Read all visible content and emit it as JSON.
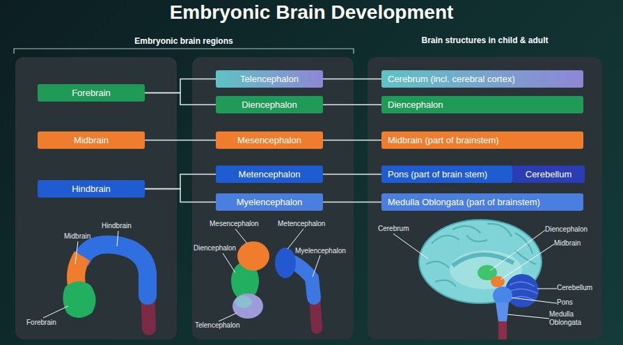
{
  "diagram": {
    "title": "Embryonic Brain Development",
    "nodes": [
      {
        "text": [
          "Hindbrain",
          "Midbrain",
          "Forebrain"
        ]
      },
      {
        "text": [
          "Forebrain"
        ],
        "in": 0
      },
      {
        "text": [
          "Midbrain"
        ],
        "in": 0
      },
      {
        "text": [
          "Hindbrain"
        ],
        "in": 0
      },
      {
        "text": [
          "Mesencephalon",
          "Metencephalon",
          "Diencephalon",
          "Myelencephalon",
          "Telencephalon"
        ]
      },
      {
        "text": [
          "Telencephalon"
        ],
        "in": 4
      },
      {
        "text": [
          "Diencephalon"
        ],
        "in": 4
      },
      {
        "text": [
          "Mesencephalon"
        ],
        "in": 4
      },
      {
        "text": [
          "Metencephalon"
        ],
        "in": 4
      },
      {
        "text": [
          "Myelencephalon"
        ],
        "in": 4
      },
      {
        "text": [
          "Brain structures in child & adult",
          "Cerebrum",
          "Diencephalon",
          "Midbrain",
          "Cerebellum",
          "Pons",
          "Medulla Oblongata"
        ]
      },
      {
        "text": [
          "Cerebrum (incl. cerebral cortex)"
        ],
        "in": 10
      },
      {
        "text": [
          "Diencephalon"
        ],
        "in": 10
      },
      {
        "text": [
          "Midbrain (part of brainstem)"
        ],
        "in": 10
      },
      {
        "text": [
          "Pons (part of brain stem)"
        ],
        "in": 10
      },
      {
        "text": [
          "Cerebellum"
        ],
        "in": 10
      },
      {
        "text": [
          "Medulla Oblongata (part of brainstem)"
        ],
        "in": 10
      }
    ],
    "edges": [
      {
        "from": 1,
        "to": 5,
        "arrow": "none"
      },
      {
        "from": 1,
        "to": 6,
        "arrow": "none"
      },
      {
        "from": 2,
        "to": 7,
        "arrow": "none"
      },
      {
        "from": 3,
        "to": 8,
        "arrow": "none"
      },
      {
        "from": 3,
        "to": 9,
        "arrow": "none"
      },
      {
        "from": 5,
        "to": 11,
        "arrow": "none"
      },
      {
        "from": 6,
        "to": 12,
        "arrow": "none"
      },
      {
        "from": 7,
        "to": 13,
        "arrow": "none"
      },
      {
        "from": 8,
        "to": 14,
        "arrow": "none"
      },
      {
        "from": 9,
        "to": 16,
        "arrow": "none"
      }
    ],
    "labels": [
      "Embryonic brain regions"
    ]
  }
}
